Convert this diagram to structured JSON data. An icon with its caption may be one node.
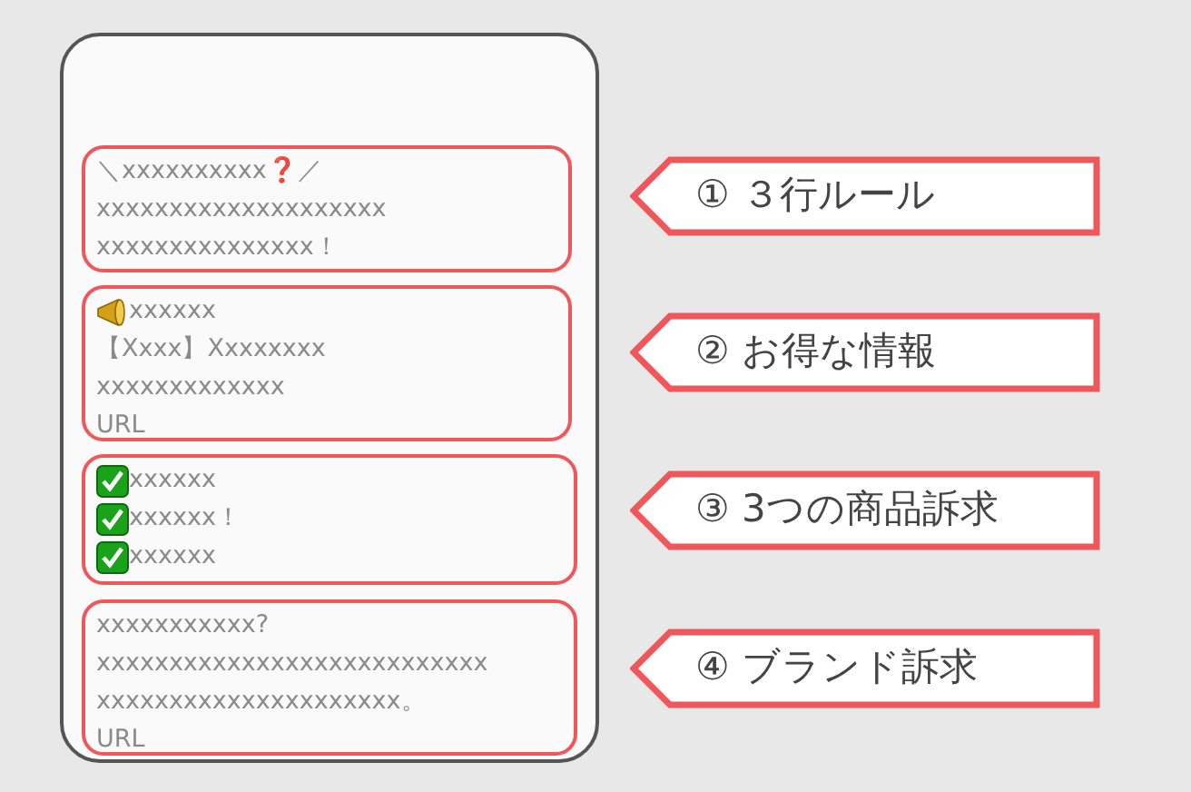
{
  "diagram": {
    "nodes": [
      {
        "text": [],
        "shape": "box"
      },
      {
        "text": [
          "＼xxxxxxxxxx❓／",
          "xxxxxxxxxxxxxxxxxxxx",
          "xxxxxxxxxxxxxxx！"
        ],
        "in": 0
      },
      {
        "text": [
          "xxxxxx",
          "【Xxxx】Xxxxxxxx",
          "xxxxxxxxxxxxx",
          "URL"
        ],
        "in": 0
      },
      {
        "text": [
          "xxxxxx",
          "xxxxxx！",
          "xxxxxx"
        ],
        "in": 0
      },
      {
        "text": [
          "xxxxxxxxxxx?",
          "xxxxxxxxxxxxxxxxxxxxxxxxxxx",
          "xxxxxxxxxxxxxxxxxxxxx。",
          "URL"
        ],
        "in": 0
      },
      {
        "text": [
          "① ３行ルール"
        ]
      },
      {
        "text": [
          "② お得な情報"
        ]
      },
      {
        "text": [
          "③ 3つの商品訴求"
        ]
      },
      {
        "text": [
          "④ ブランド訴求"
        ]
      }
    ]
  }
}
